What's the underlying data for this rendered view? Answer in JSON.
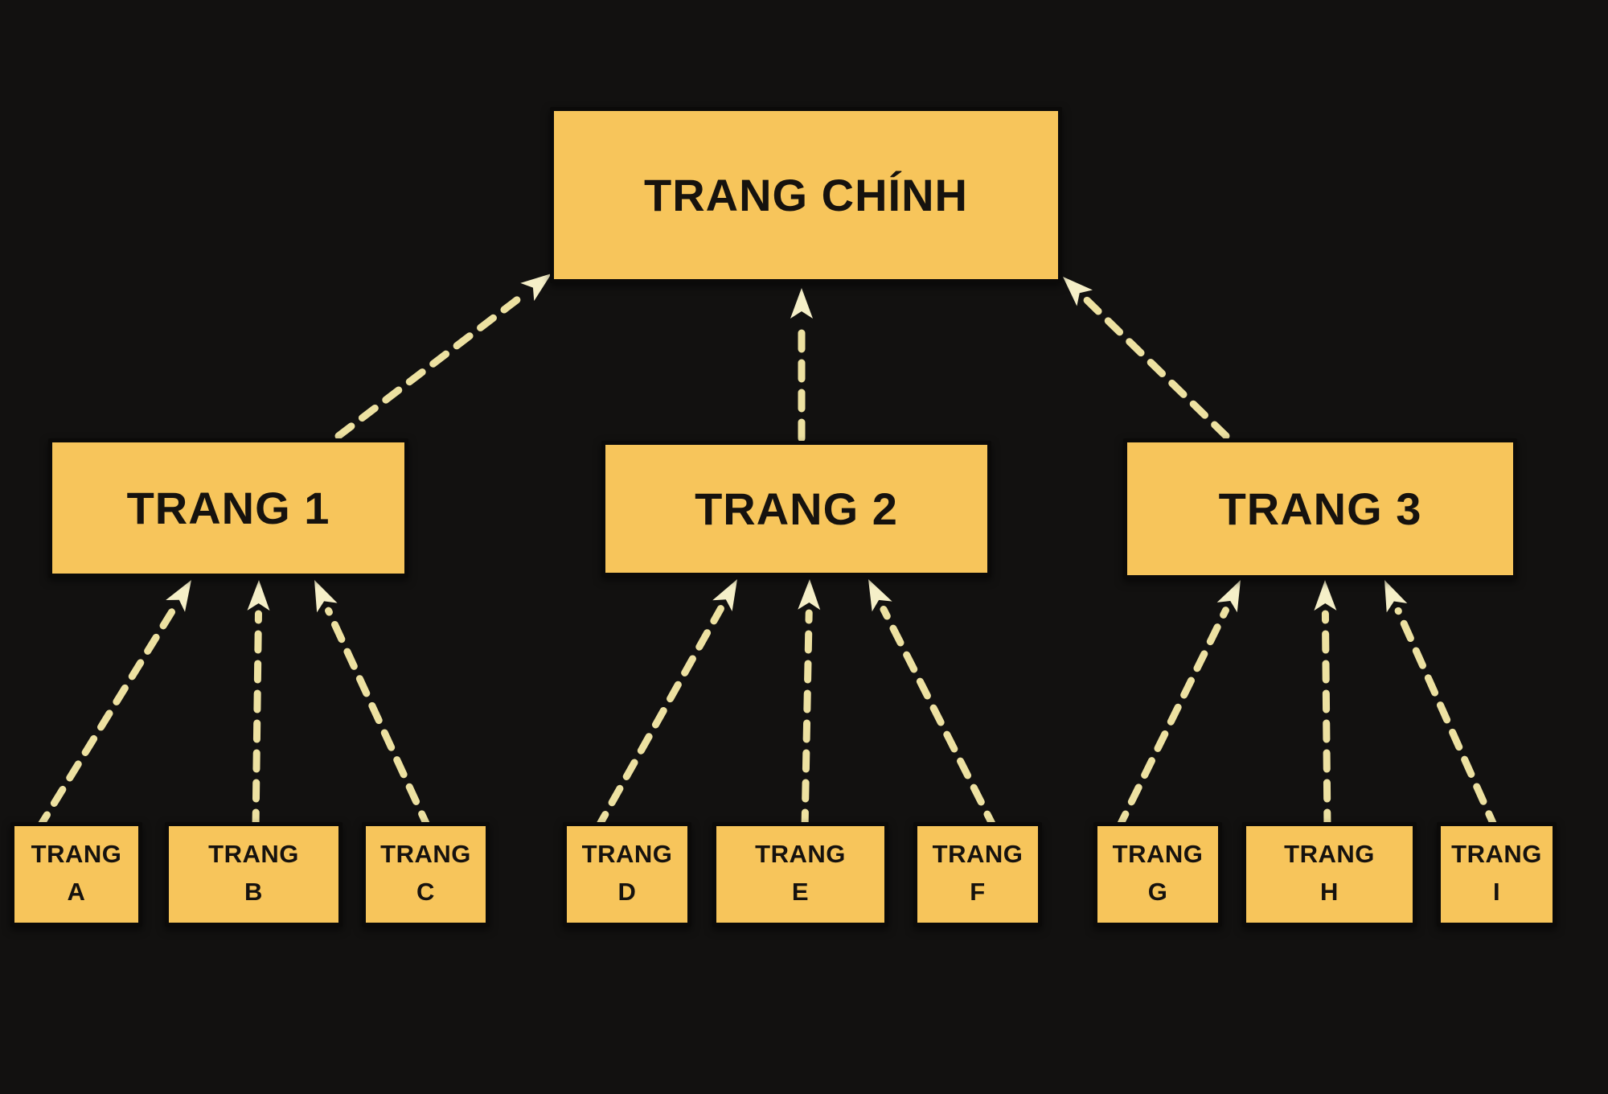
{
  "colors": {
    "background": "#121110",
    "node_fill": "#f7c55b",
    "node_border": "#0b0a09",
    "node_text": "#16120e",
    "edge_dash": "#ede1a1",
    "edge_head": "#f5efc8"
  },
  "nodes": {
    "main": {
      "id": "trang-chinh",
      "label": "TRANG CHÍNH"
    },
    "level1": [
      {
        "id": "trang-1",
        "label": "TRANG 1"
      },
      {
        "id": "trang-2",
        "label": "TRANG 2"
      },
      {
        "id": "trang-3",
        "label": "TRANG 3"
      }
    ],
    "level2": [
      {
        "id": "trang-a",
        "line1": "TRANG",
        "line2": "A",
        "parent": "trang-1"
      },
      {
        "id": "trang-b",
        "line1": "TRANG",
        "line2": "B",
        "parent": "trang-1"
      },
      {
        "id": "trang-c",
        "line1": "TRANG",
        "line2": "C",
        "parent": "trang-1"
      },
      {
        "id": "trang-d",
        "line1": "TRANG",
        "line2": "D",
        "parent": "trang-2"
      },
      {
        "id": "trang-e",
        "line1": "TRANG",
        "line2": "E",
        "parent": "trang-2"
      },
      {
        "id": "trang-f",
        "line1": "TRANG",
        "line2": "F",
        "parent": "trang-2"
      },
      {
        "id": "trang-g",
        "line1": "TRANG",
        "line2": "G",
        "parent": "trang-3"
      },
      {
        "id": "trang-h",
        "line1": "TRANG",
        "line2": "H",
        "parent": "trang-3"
      },
      {
        "id": "trang-i",
        "line1": "TRANG",
        "line2": "I",
        "parent": "trang-3"
      }
    ]
  },
  "edges": [
    {
      "id": "a-1",
      "from": "trang-a",
      "to": "trang-1"
    },
    {
      "id": "b-1",
      "from": "trang-b",
      "to": "trang-1"
    },
    {
      "id": "c-1",
      "from": "trang-c",
      "to": "trang-1"
    },
    {
      "id": "d-2",
      "from": "trang-d",
      "to": "trang-2"
    },
    {
      "id": "e-2",
      "from": "trang-e",
      "to": "trang-2"
    },
    {
      "id": "f-2",
      "from": "trang-f",
      "to": "trang-2"
    },
    {
      "id": "g-3",
      "from": "trang-g",
      "to": "trang-3"
    },
    {
      "id": "h-3",
      "from": "trang-h",
      "to": "trang-3"
    },
    {
      "id": "i-3",
      "from": "trang-i",
      "to": "trang-3"
    },
    {
      "id": "1-main",
      "from": "trang-1",
      "to": "trang-chinh"
    },
    {
      "id": "2-main",
      "from": "trang-2",
      "to": "trang-chinh"
    },
    {
      "id": "3-main",
      "from": "trang-3",
      "to": "trang-chinh"
    }
  ]
}
